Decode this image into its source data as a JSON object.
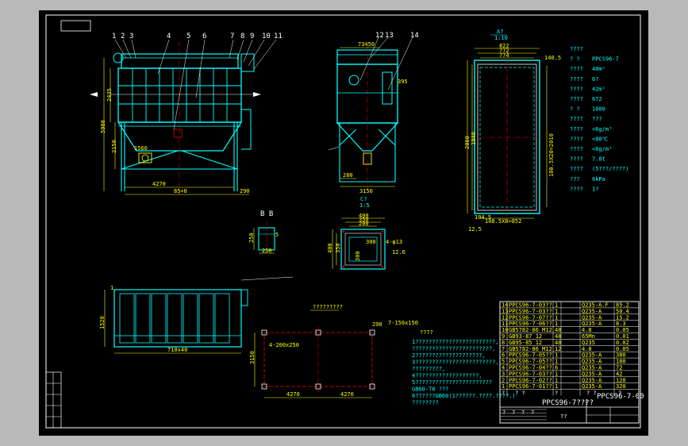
{
  "drawing_number": "PPCS96-7-00",
  "title_block_caption": "??",
  "title_block_name": "PPCS96-7????",
  "part_numbers_front": [
    "1",
    "2",
    "3",
    "4",
    "5",
    "6",
    "7",
    "8",
    "9",
    "10",
    "11"
  ],
  "part_numbers_side": [
    "12",
    "13",
    "14"
  ],
  "dims_front": {
    "width_total": "4270",
    "w2": "85+0",
    "h1": "2435",
    "h2": "2150",
    "h3": "1560",
    "h4": "5980",
    "right": "290"
  },
  "dims_side": {
    "width": "3150",
    "top": "73450",
    "low": "280",
    "right": "395"
  },
  "dims_plan_top": {
    "a": "822",
    "b": "772",
    "c": "774",
    "d": "140.5",
    "h_total": "100.5X20=2010",
    "h_left": "2080",
    "h2": "1940",
    "bottom": "108.5X8=852",
    "bot_left": "104.5",
    "corner": "12.5"
  },
  "view_labels": {
    "a_view": "A?",
    "a_scale": "1:10",
    "c_view": "C?",
    "c_scale": "1:5",
    "b_view": "B  B"
  },
  "section_b": {
    "w": "250",
    "h": "250",
    "side": "5"
  },
  "detail_c": {
    "w1": "400",
    "w2": "350",
    "w3": "200",
    "h1": "400",
    "h2": "350",
    "inner": "300",
    "side": "300",
    "note": "4-φ13",
    "tol": "12.6"
  },
  "lower_left": {
    "width": "710x40",
    "height": "1520",
    "h2": "1"
  },
  "lower_mid": {
    "title": "?????????",
    "w1": "4270",
    "w2": "4270",
    "h": "3150",
    "tag1": "4-200x250",
    "tag2": "7-150x150",
    "tag3": "290"
  },
  "specs": [
    {
      "label": "????",
      "value": ""
    },
    {
      "label": "?  ?",
      "value": "PPCS96-7"
    },
    {
      "label": "????",
      "value": "40m²"
    },
    {
      "label": "????",
      "value": "6?"
    },
    {
      "label": "????",
      "value": "42m²"
    },
    {
      "label": "????",
      "value": "672"
    },
    {
      "label": "?  ?",
      "value": "1000"
    },
    {
      "label": "????",
      "value": "???"
    },
    {
      "label": "????",
      "value": "<6g/m³"
    },
    {
      "label": "????",
      "value": "<80℃"
    },
    {
      "label": "????",
      "value": "<6g/m³"
    },
    {
      "label": "????",
      "value": "7.8t"
    },
    {
      "label": "????",
      "value": "(5???/????)"
    },
    {
      "label": "???",
      "value": "6kPa"
    },
    {
      "label": "????",
      "value": "1?"
    }
  ],
  "notes_title": "????",
  "notes": [
    "1????????????????????????,",
    "  ????????????????????????,",
    "2????????????????????,",
    "3????????????????????????,",
    "  ?????????,",
    "4???????????????????,",
    "5???????????????????????",
    "  GB60-T8 ???",
    "6??????GB60(1??????.????.????.)",
    "  ????????"
  ],
  "bom": [
    {
      "no": "14",
      "name": "PPCS96-7-03??",
      "qty": "1",
      "mat": "Q235-A.F",
      "wt": "85.2"
    },
    {
      "no": "13",
      "name": "PPCS96-7-03??",
      "qty": "1",
      "mat": "Q235-A",
      "wt": "50.4"
    },
    {
      "no": "12",
      "name": "PPCS96-7-07??",
      "qty": "1",
      "mat": "Q235-A",
      "wt": "15.2"
    },
    {
      "no": "11",
      "name": "PPCS96-7-06??",
      "qty": "1",
      "mat": "Q235-A",
      "wt": "8.3"
    },
    {
      "no": "10",
      "name": "GB5782-86 M12",
      "qty": "48",
      "mat": "4.8",
      "wt": "0.05"
    },
    {
      "no": "9",
      "name": "GB93-87  12",
      "qty": "48",
      "mat": "65Mn",
      "wt": "0.01"
    },
    {
      "no": "8",
      "name": "GB95-85  12",
      "qty": "48",
      "mat": "Q235",
      "wt": "0.02"
    },
    {
      "no": "7",
      "name": "GB5782-86 M12",
      "qty": "12",
      "mat": "4.8",
      "wt": "0.05"
    },
    {
      "no": "6",
      "name": "PPCS96-7-05??",
      "qty": "1",
      "mat": "Q235-A",
      "wt": "380"
    },
    {
      "no": "5",
      "name": "PPCS96-7-05??",
      "qty": "1",
      "mat": "Q235-A",
      "wt": "180"
    },
    {
      "no": "4",
      "name": "PPCS96-7-04??",
      "qty": "6",
      "mat": "Q235-A",
      "wt": "72"
    },
    {
      "no": "3",
      "name": "PPCS96-7-03??",
      "qty": "1",
      "mat": "Q235-A",
      "wt": "42"
    },
    {
      "no": "2",
      "name": "PPCS96-7-02??",
      "qty": "1",
      "mat": "Q235-A",
      "wt": "120"
    },
    {
      "no": "1",
      "name": "PPCS96-7-01??",
      "qty": "1",
      "mat": "Q235-A",
      "wt": "320"
    }
  ],
  "bom_header": {
    "no": "?",
    "name": "?  ?",
    "qty": "?",
    "mat": "?  ?",
    "wt": "?"
  },
  "stamp_small": [
    "?",
    "?",
    "?",
    "?"
  ],
  "colors": {
    "background": "#000000",
    "frame": "#ffffff",
    "outline": "#00ffff",
    "dimension": "#ffff00",
    "center": "#ff0000",
    "leader": "#ffffff"
  }
}
